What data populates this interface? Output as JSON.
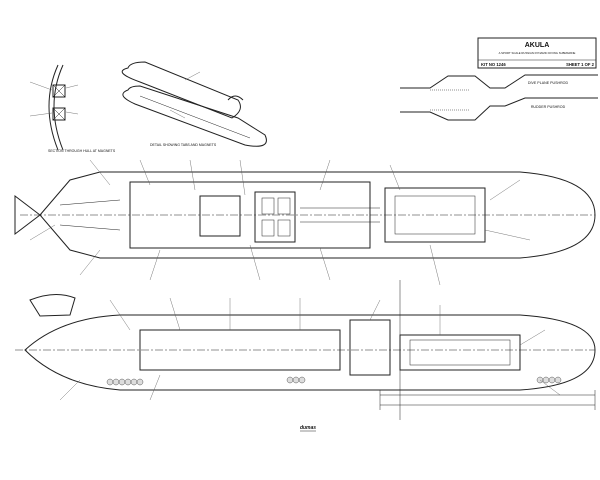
{
  "title_block": {
    "title": "AKULA",
    "subtitle": "A SPORT SCALE RUSSIAN DYNAMIC DIVING SUBMARINE",
    "kit_no": "KIT NO 1246",
    "sheet": "SHEET 1 OF 2"
  },
  "details": {
    "section_caption": "SECTION THROUGH HULL AT MAGNETS",
    "tabs_caption": "DETAIL SHOWING TABS AND MAGNETS",
    "dive_plane_pushrod": "DIVE PLANE PUSHROD",
    "rudder_pushrod": "RUDDER PUSHROD"
  },
  "logo": {
    "brand": "dumas"
  }
}
